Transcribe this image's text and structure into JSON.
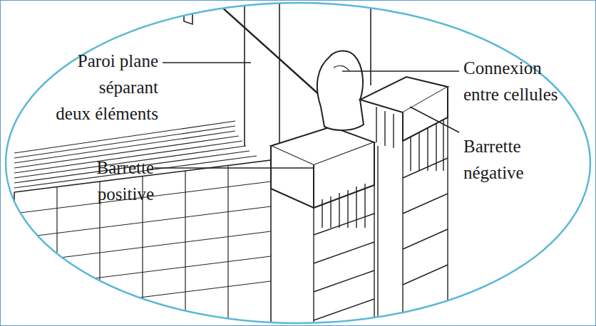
{
  "diagram": {
    "labels": [
      "Paroi plane séparant deux éléments",
      "Connexion entre cellules",
      "Barrette positive",
      "Barrette négative"
    ]
  }
}
